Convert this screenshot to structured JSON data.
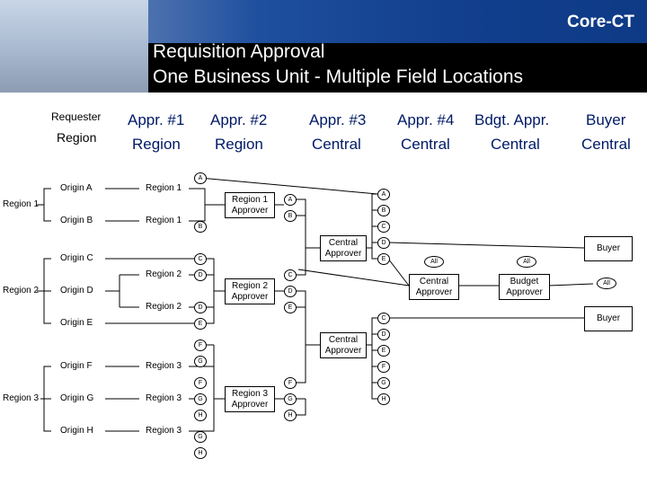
{
  "header": {
    "brand": "Core-CT",
    "title_line1": "Requisition Approval",
    "title_line2": "One Business Unit  - Multiple Field Locations"
  },
  "columns": {
    "requester": "Requester",
    "region": "Region",
    "appr1": "Appr. #1",
    "appr1_sub": "Region",
    "appr2": "Appr. #2",
    "appr2_sub": "Region",
    "appr3": "Appr. #3",
    "appr3_sub": "Central",
    "appr4": "Appr. #4",
    "appr4_sub": "Central",
    "budget": "Bdgt. Appr.",
    "budget_sub": "Central",
    "buyer": "Buyer",
    "buyer_sub": "Central"
  },
  "regions": [
    "Region 1",
    "Region 2",
    "Region 3"
  ],
  "origins": [
    "Origin A",
    "Origin B",
    "Origin C",
    "Origin D",
    "Origin E",
    "Origin F",
    "Origin G",
    "Origin H"
  ],
  "region_boxes": [
    "Region 1",
    "Region 1",
    "Region 2",
    "Region 2",
    "Region 3",
    "Region 3",
    "Region 3"
  ],
  "approvers": {
    "region1": "Region 1 Approver",
    "region2": "Region 2 Approver",
    "region3": "Region 3 Approver",
    "central1": "Central Approver",
    "central2": "Central Approver",
    "central3": "Central Approver",
    "budget": "Budget Approver",
    "buyer1": "Buyer",
    "buyer2": "Buyer"
  },
  "markers": {
    "a": "A",
    "b": "B",
    "c": "C",
    "d": "D",
    "e": "E",
    "f": "F",
    "g": "G",
    "h": "H",
    "all": "All"
  }
}
